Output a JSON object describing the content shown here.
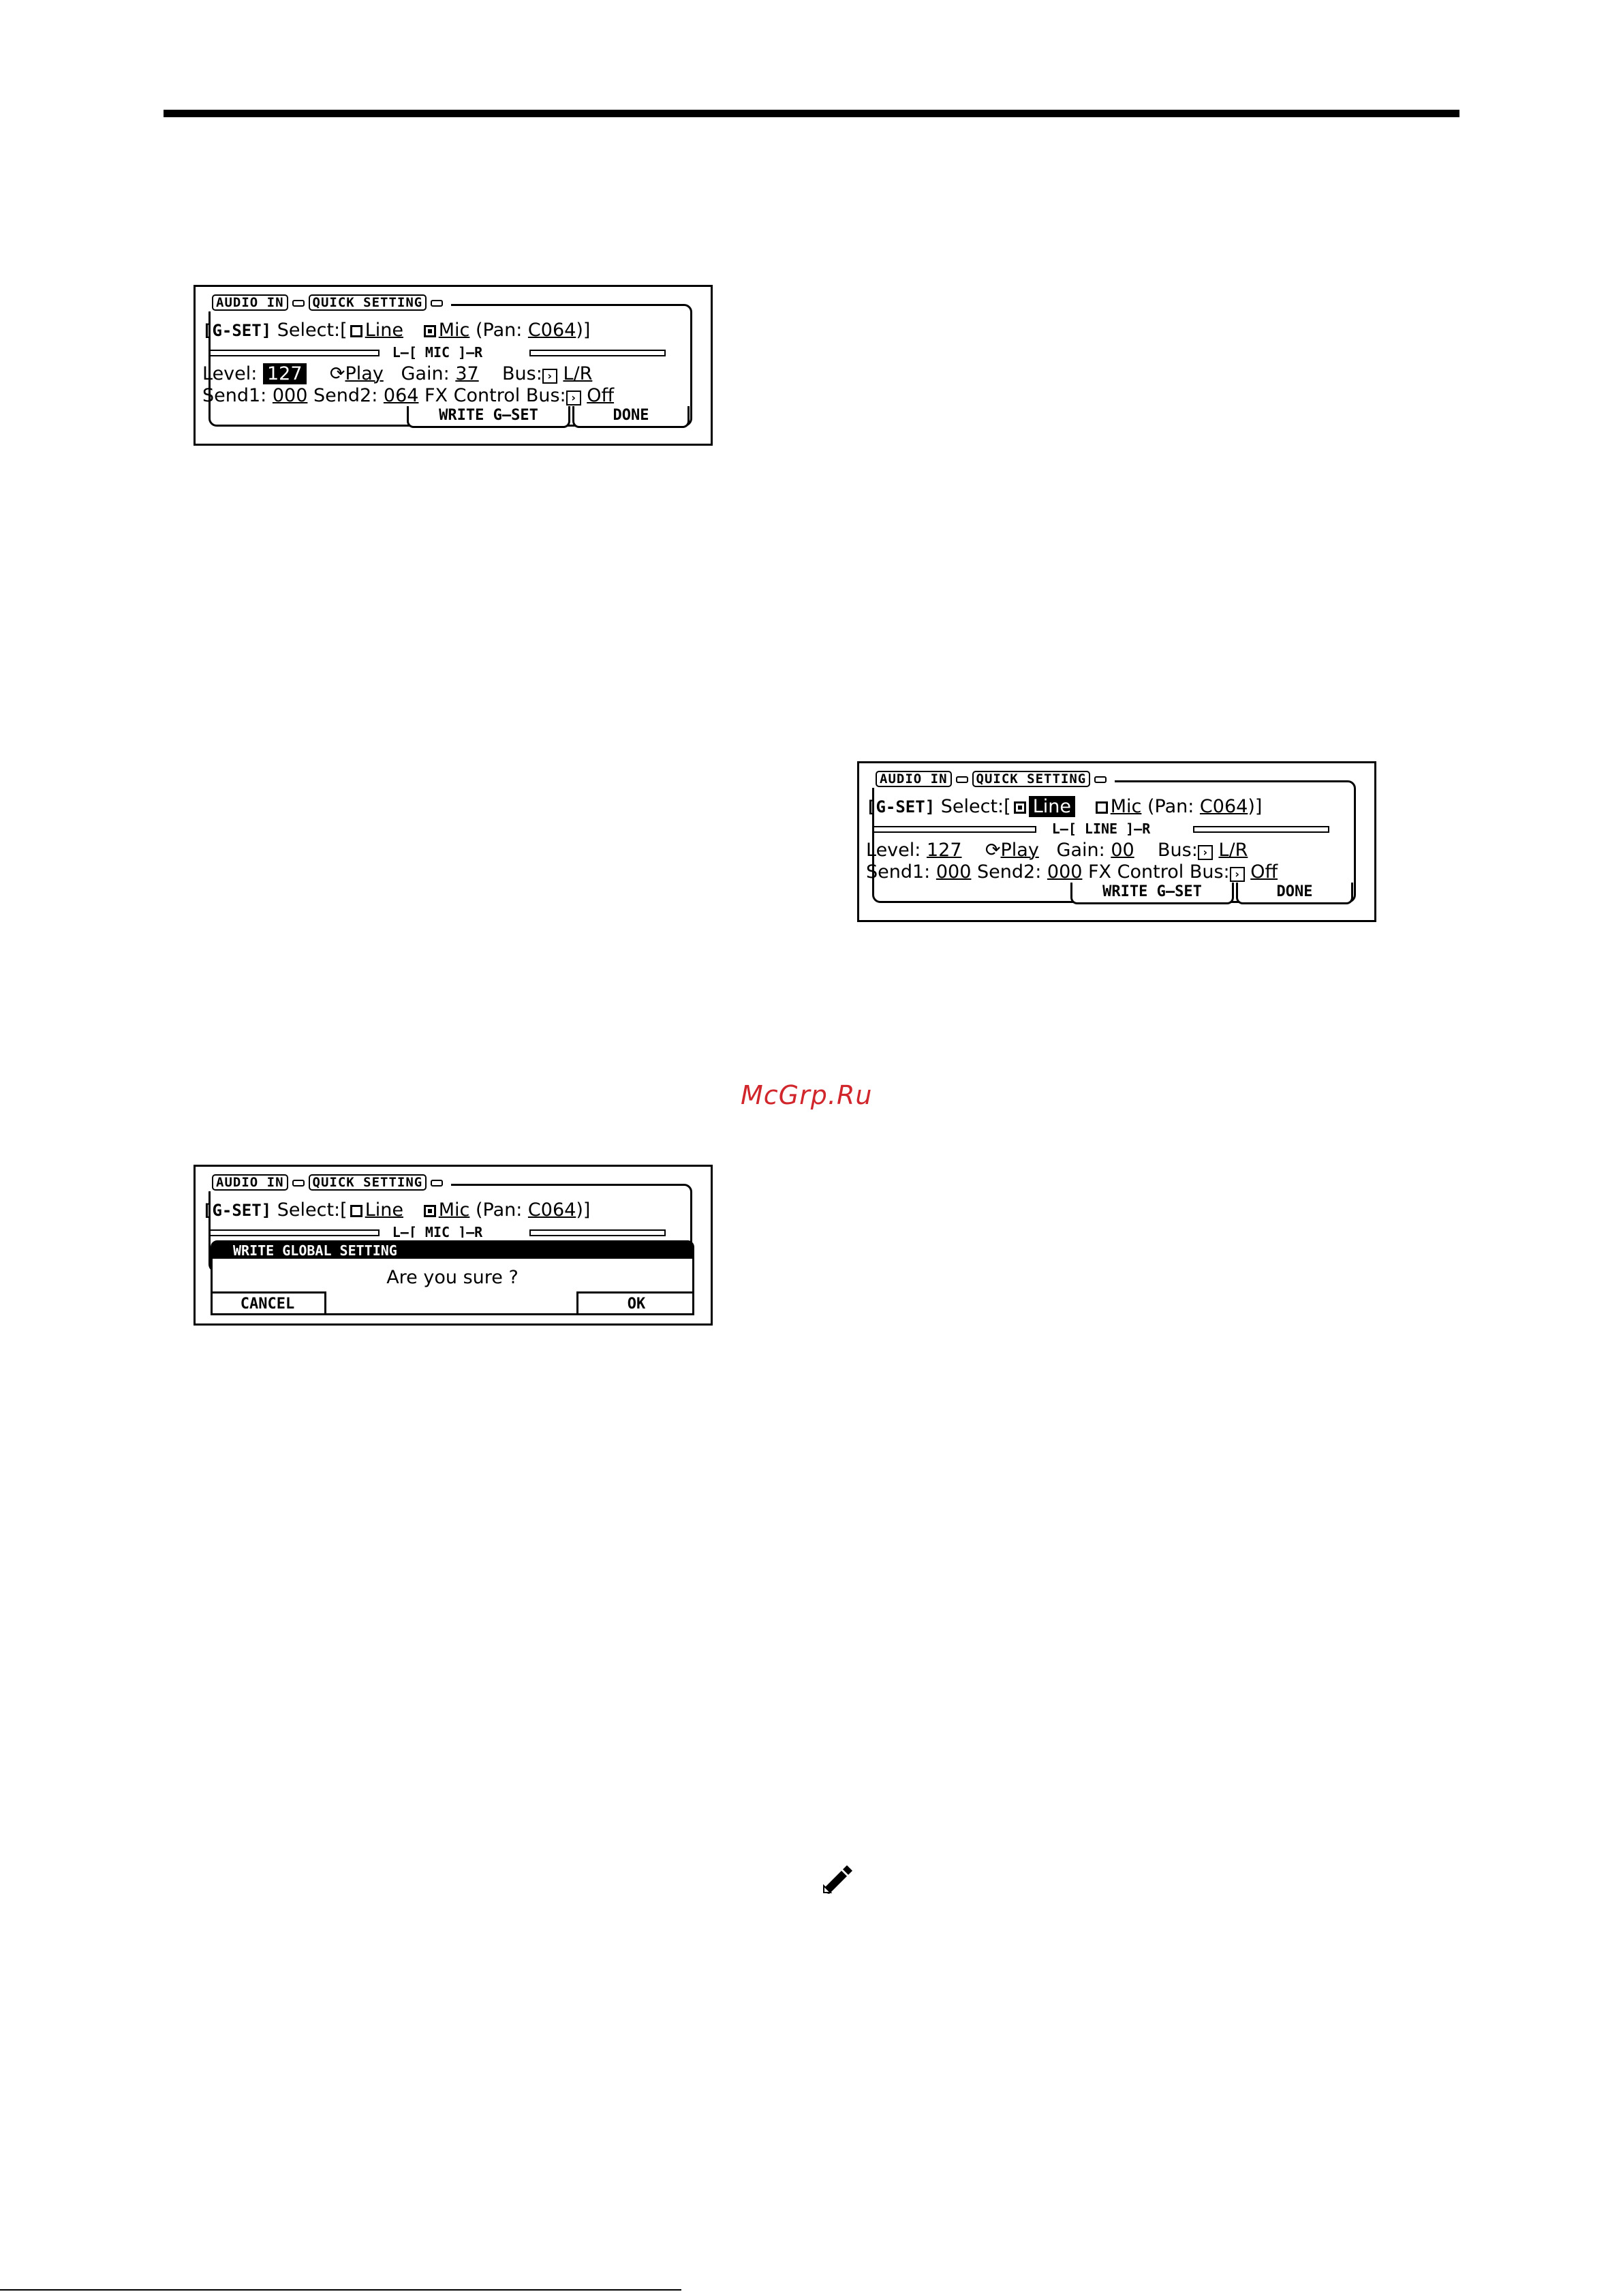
{
  "screens": [
    {
      "id": "mic",
      "tabs": [
        "AUDIO IN",
        "QUICK SETTING"
      ],
      "gset": "[G-SET]",
      "select_label": "Select:[",
      "line_label": "Line",
      "mic_label": "Mic",
      "pan_label": "(Pan:",
      "pan_value": "C064",
      "pan_close": ")]",
      "selected": "Mic",
      "meter_label": "L–[ MIC ]–R",
      "level_label": "Level:",
      "level_value": "127",
      "play_label": "Play",
      "gain_label": "Gain:",
      "gain_value": "37",
      "bus_label": "Bus:",
      "bus_value": "L/R",
      "send1_label": "Send1:",
      "send1_value": "000",
      "send2_label": "Send2:",
      "send2_value": "064",
      "fx_label": "FX Control Bus:",
      "fx_value": "Off",
      "write_button": "WRITE G–SET",
      "done_button": "DONE"
    },
    {
      "id": "line",
      "tabs": [
        "AUDIO IN",
        "QUICK SETTING"
      ],
      "gset": "[G-SET]",
      "select_label": "Select:[",
      "line_label": "Line",
      "mic_label": "Mic",
      "pan_label": "(Pan:",
      "pan_value": "C064",
      "pan_close": ")]",
      "selected": "Line",
      "meter_label": "L–[ LINE ]–R",
      "level_label": "Level:",
      "level_value": "127",
      "play_label": "Play",
      "gain_label": "Gain:",
      "gain_value": "00",
      "bus_label": "Bus:",
      "bus_value": "L/R",
      "send1_label": "Send1:",
      "send1_value": "000",
      "send2_label": "Send2:",
      "send2_value": "000",
      "fx_label": "FX Control Bus:",
      "fx_value": "Off",
      "write_button": "WRITE G–SET",
      "done_button": "DONE"
    },
    {
      "id": "confirm",
      "tabs": [
        "AUDIO IN",
        "QUICK SETTING"
      ],
      "gset": "[G-SET]",
      "select_label": "Select:[",
      "line_label": "Line",
      "mic_label": "Mic",
      "pan_label": "(Pan:",
      "pan_value": "C064",
      "pan_close": ")]",
      "meter_label": "L–[ MIC ]–R",
      "dialog_title": "WRITE GLOBAL SETTING",
      "dialog_message": "Are you sure ?",
      "cancel_button": "CANCEL",
      "ok_button": "OK"
    }
  ],
  "watermark": "McGrp.Ru",
  "note_icon": "pencil-note-icon"
}
